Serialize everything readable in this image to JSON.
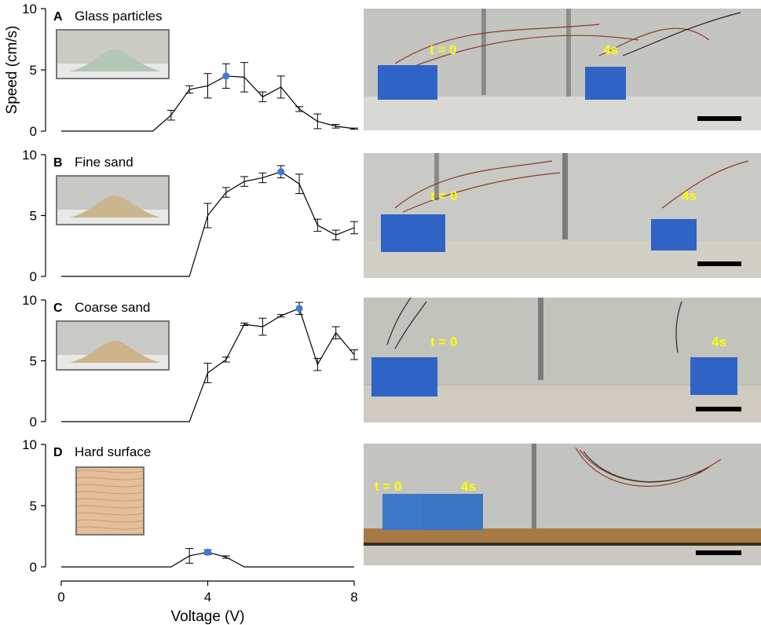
{
  "figure": {
    "ylabel": "Speed (cm/s)",
    "xlabel": "Voltage (V)",
    "xticks": [
      "0",
      "4",
      "8"
    ],
    "yticks": [
      "0",
      "5",
      "10"
    ],
    "highlight_color": "#3b78d8",
    "line_color": "#000000"
  },
  "chart_data": [
    {
      "type": "line",
      "panel": "A",
      "title": "Glass particles",
      "xlim": [
        0,
        8
      ],
      "ylim": [
        0,
        10
      ],
      "x": [
        0,
        2.5,
        3.0,
        3.5,
        4.0,
        4.5,
        5.0,
        5.5,
        6.0,
        6.5,
        7.0,
        7.5,
        8.0
      ],
      "values": [
        0,
        0,
        1.3,
        3.4,
        3.7,
        4.5,
        4.4,
        2.8,
        3.6,
        1.8,
        0.8,
        0.4,
        0.2
      ],
      "errors": [
        0,
        0,
        0.4,
        0.3,
        1.0,
        1.0,
        1.2,
        0.4,
        0.9,
        0.2,
        0.6,
        0.15,
        0.05
      ],
      "highlight_x": 4.5
    },
    {
      "type": "line",
      "panel": "B",
      "title": "Fine sand",
      "xlim": [
        0,
        8
      ],
      "ylim": [
        0,
        10
      ],
      "x": [
        0,
        3.5,
        4.0,
        4.5,
        5.0,
        5.5,
        6.0,
        6.5,
        7.0,
        7.5,
        8.0
      ],
      "values": [
        0,
        0,
        5.0,
        6.9,
        7.8,
        8.1,
        8.6,
        7.6,
        4.2,
        3.4,
        4.0
      ],
      "errors": [
        0,
        0,
        1.0,
        0.4,
        0.4,
        0.4,
        0.5,
        0.8,
        0.5,
        0.4,
        0.5
      ],
      "highlight_x": 6.0
    },
    {
      "type": "line",
      "panel": "C",
      "title": "Coarse sand",
      "xlim": [
        0,
        8
      ],
      "ylim": [
        0,
        10
      ],
      "x": [
        0,
        3.5,
        4.0,
        4.5,
        5.0,
        5.5,
        6.0,
        6.5,
        7.0,
        7.5,
        8.0
      ],
      "values": [
        0,
        0,
        4.0,
        5.1,
        8.0,
        7.8,
        8.7,
        9.3,
        4.7,
        7.3,
        5.5
      ],
      "errors": [
        0,
        0,
        0.8,
        0.2,
        0.1,
        0.7,
        0.1,
        0.5,
        0.5,
        0.5,
        0.4
      ],
      "highlight_x": 6.5
    },
    {
      "type": "line",
      "panel": "D",
      "title": "Hard surface",
      "xlim": [
        0,
        8
      ],
      "ylim": [
        0,
        10
      ],
      "x": [
        0,
        3.0,
        3.5,
        4.0,
        4.5,
        5.0,
        8.0
      ],
      "values": [
        0,
        0,
        0.9,
        1.2,
        0.8,
        0,
        0
      ],
      "errors": [
        0,
        0,
        0.6,
        0.2,
        0.1,
        0,
        0
      ],
      "highlight_x": 4.0
    }
  ],
  "photos": [
    {
      "start_label": "t = 0",
      "end_label": "4s"
    },
    {
      "start_label": "t = 0",
      "end_label": "4s"
    },
    {
      "start_label": "t = 0",
      "end_label": "4s"
    },
    {
      "start_label": "t = 0",
      "end_label": "4s"
    }
  ]
}
